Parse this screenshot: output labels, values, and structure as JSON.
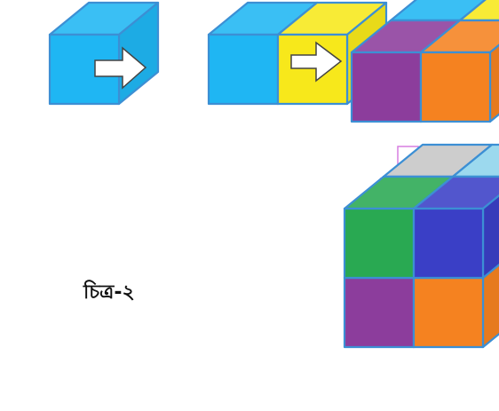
{
  "figure": {
    "label": "চিত্র-২"
  },
  "colors": {
    "blue": "#1fb6f3",
    "yellow": "#f7e81b",
    "orange": "#f58220",
    "purple": "#8c3d9c",
    "light-blue": "#8fd4ec",
    "grey": "#c6c6c6",
    "indigo": "#3a3fc6",
    "green": "#29a952",
    "outline": "#3c8fd4",
    "arrow-outline": "#444444",
    "down-arrow-outline": "#d77ee0"
  },
  "steps": [
    {
      "name": "single-cube",
      "cubes": [
        "blue"
      ]
    },
    {
      "name": "two-cubes",
      "cubes": [
        "blue",
        "yellow"
      ]
    },
    {
      "name": "four-cubes",
      "cubes": [
        "blue",
        "yellow",
        "orange",
        "purple"
      ]
    },
    {
      "name": "eight-cubes",
      "cubes": [
        "blue",
        "purple",
        "orange",
        "grey",
        "green",
        "indigo",
        "light-blue"
      ]
    }
  ]
}
